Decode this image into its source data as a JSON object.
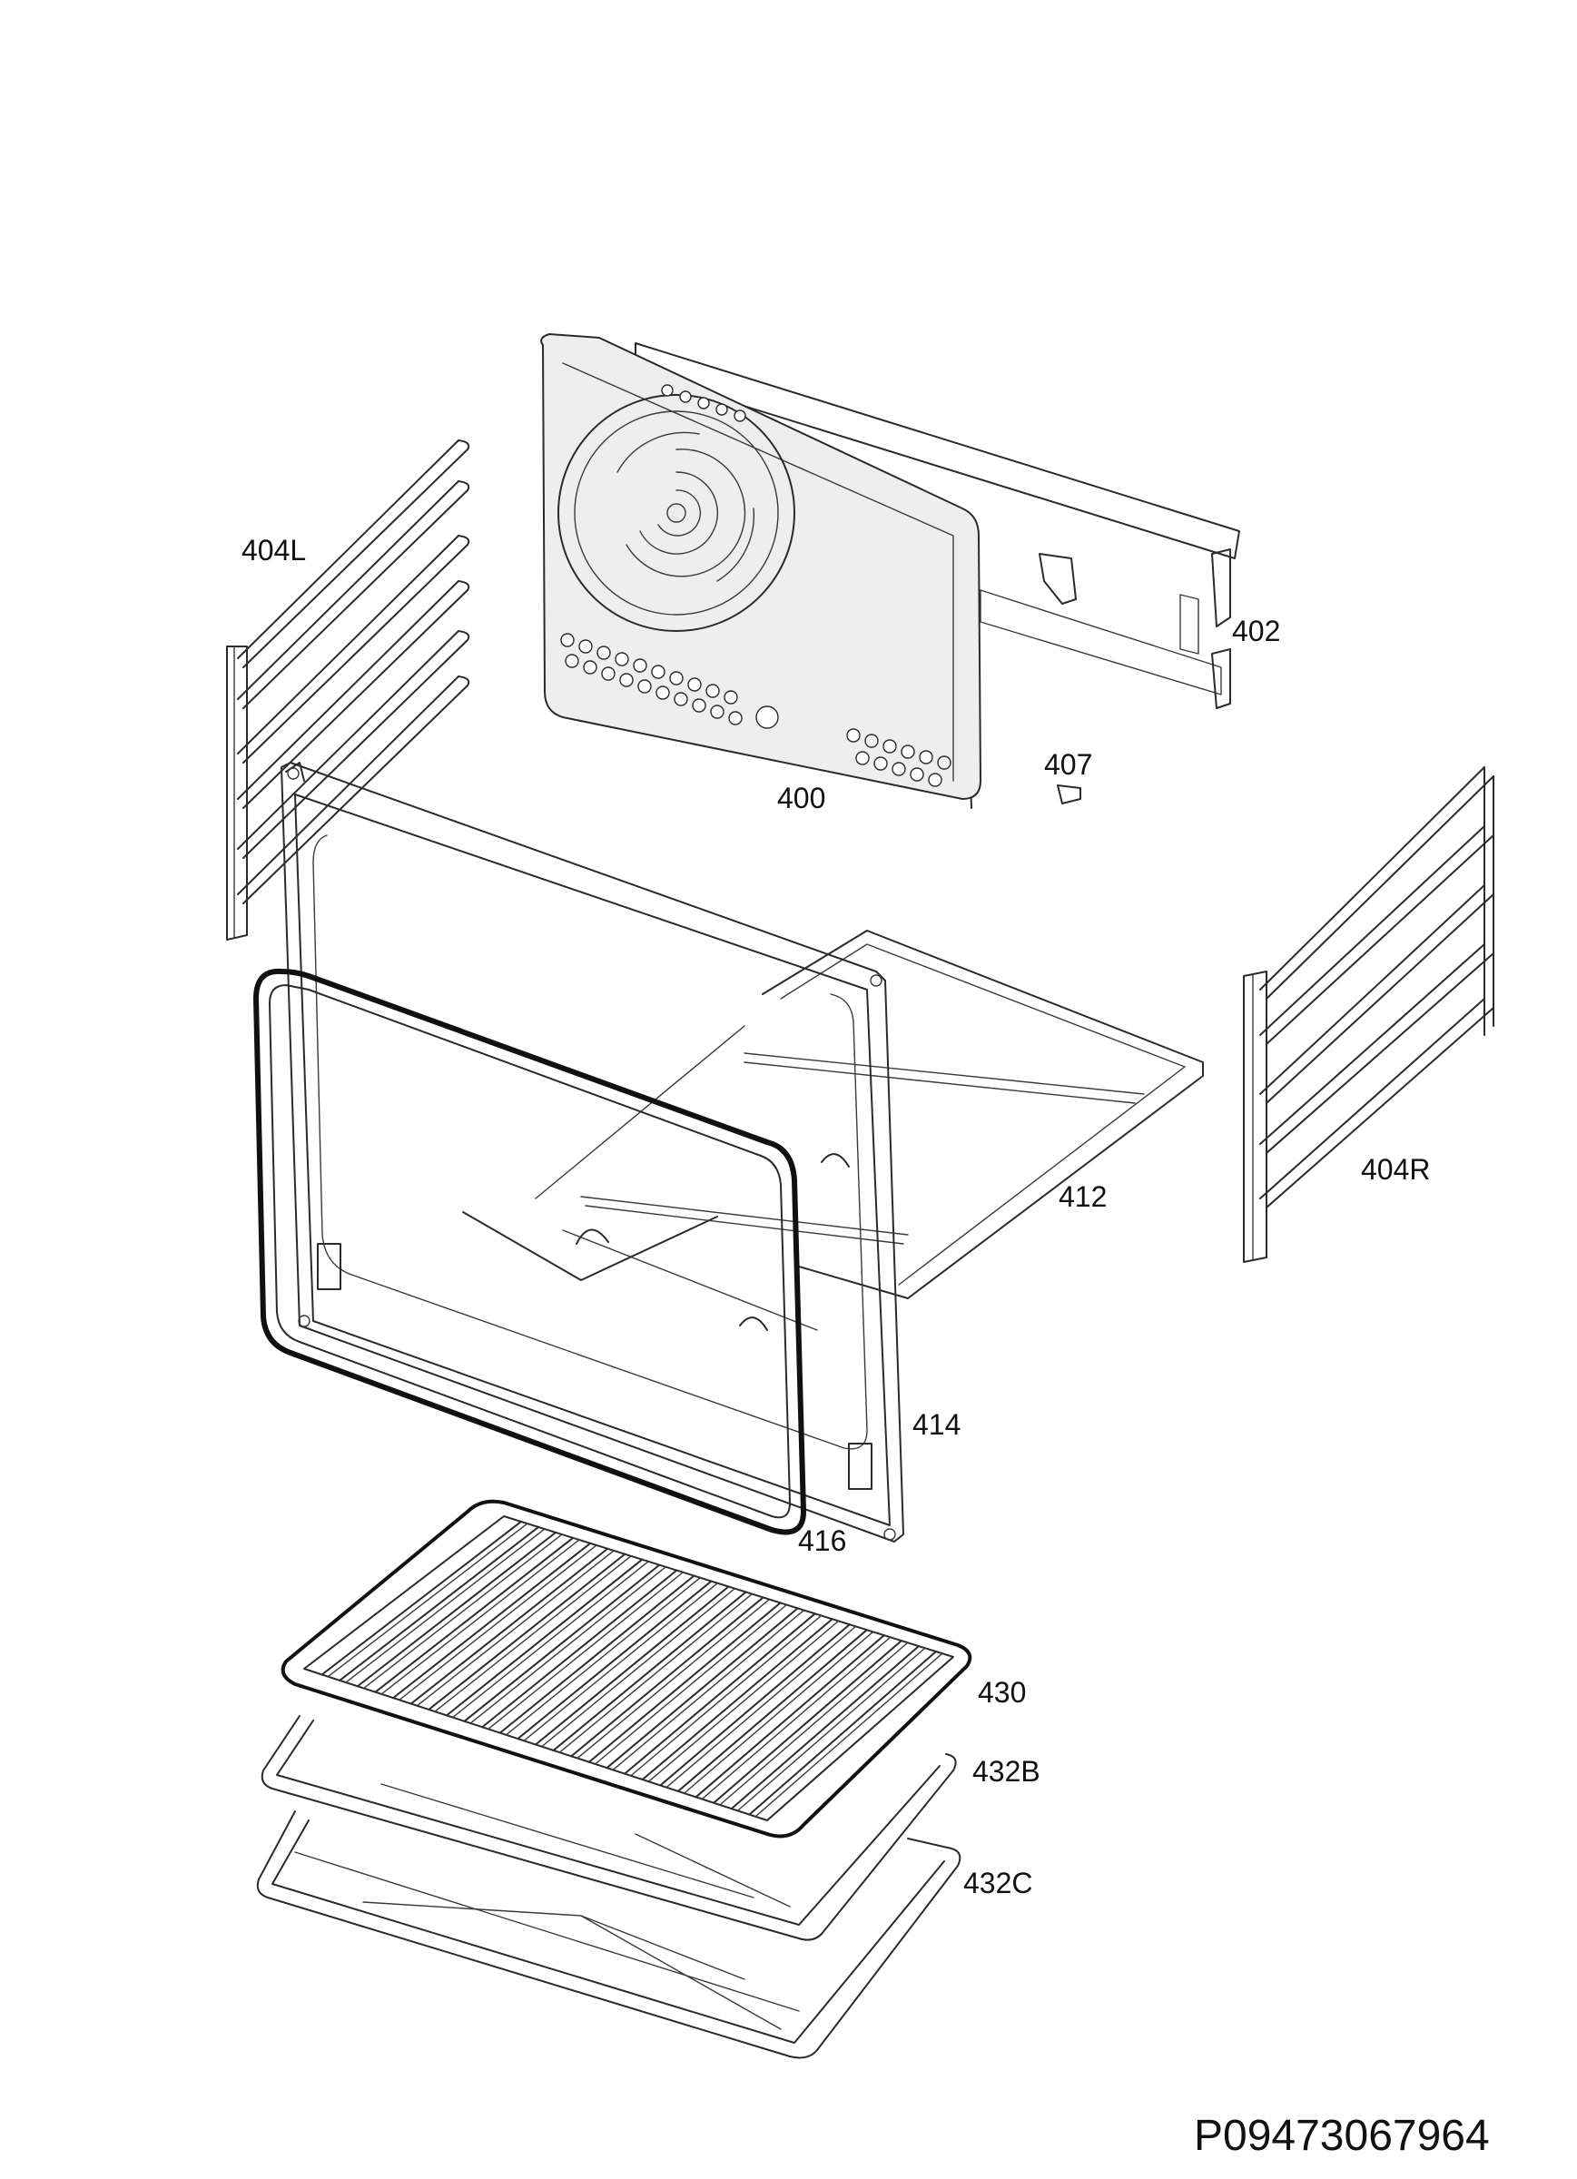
{
  "diagram": {
    "document_code": "P09473067964",
    "parts": {
      "back_panel": "400",
      "fan_cover": "402",
      "shelf_support_left": "404L",
      "shelf_support_right": "404R",
      "clip": "407",
      "oven_floor": "412",
      "cavity_frame": "414",
      "door_seal": "416",
      "wire_rack": "430",
      "baking_tray": "432B",
      "deep_tray": "432C"
    }
  }
}
